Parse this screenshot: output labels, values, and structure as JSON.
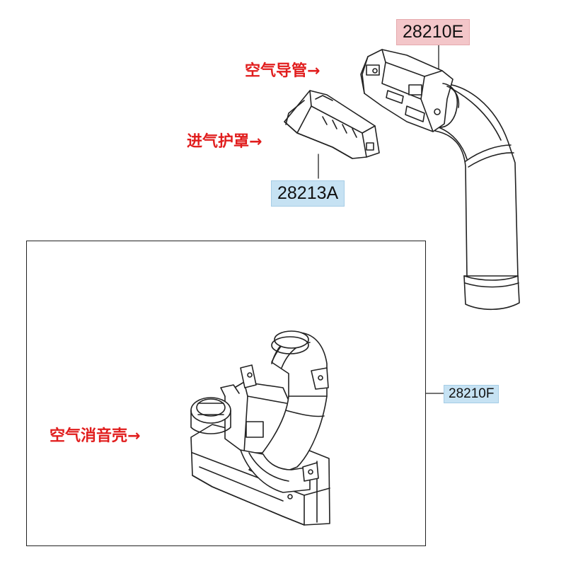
{
  "parts": {
    "air_duct": {
      "code": "28210E",
      "label_cn": "空气导管→",
      "tag_color": "#f3c6c9"
    },
    "intake_guard": {
      "code": "28213A",
      "label_cn": "进气护罩→",
      "tag_color": "#c6e2f3"
    },
    "air_cleaner": {
      "code": "28210F",
      "label_cn": "空气消音壳→",
      "tag_color": "#c6e2f3"
    }
  },
  "annotation_color": "#e11d1d"
}
